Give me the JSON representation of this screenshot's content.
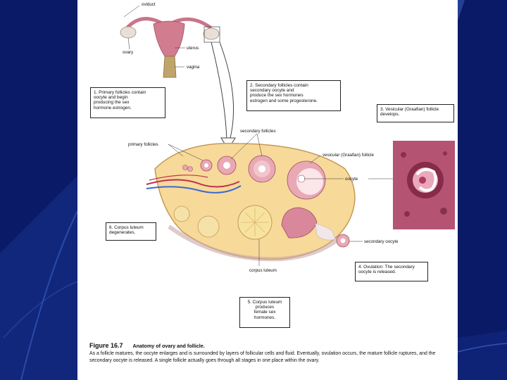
{
  "labels": {
    "oviduct": "oviduct",
    "ovary": "ovary",
    "uterus": "uterus",
    "vagina": "vagina",
    "primary_follicles": "primary follicles",
    "secondary_follicles": "secondary follicles",
    "vesicular_follicle": "vesicular (Graafian) follicle",
    "oocyte": "oocyte",
    "secondary_oocyte": "secondary oocyte",
    "corpus_luteum": "corpus luteum"
  },
  "steps": [
    {
      "lines": [
        "1. Primary follicles contain",
        "oocyte and begin",
        "producing the sex",
        "hormone estrogen."
      ]
    },
    {
      "lines": [
        "2. Secondary follicles contain",
        "secondary oocyte and",
        "produce the sex hormones",
        "estrogen and some progesterone."
      ]
    },
    {
      "lines": [
        "3. Vesicular (Graafian) follicle",
        "develops."
      ]
    },
    {
      "lines": [
        "4. Ovulation: The secondary",
        "oocyte is released."
      ]
    },
    {
      "lines": [
        "5. Corpus luteum",
        "produces",
        "female sex",
        "hormones."
      ]
    },
    {
      "lines": [
        "6. Corpus luteum",
        "degenerates."
      ]
    }
  ],
  "caption": {
    "figure": "Figure 16.7",
    "title": "Anatomy of ovary and follicle.",
    "text": "As a follicle matures, the oocyte enlarges and is surrounded by layers of follicular cells and fluid. Eventually, ovulation occurs, the mature follicle ruptures, and the secondary oocyte is released. A single follicle actually goes through all stages in one place within the ovary."
  }
}
